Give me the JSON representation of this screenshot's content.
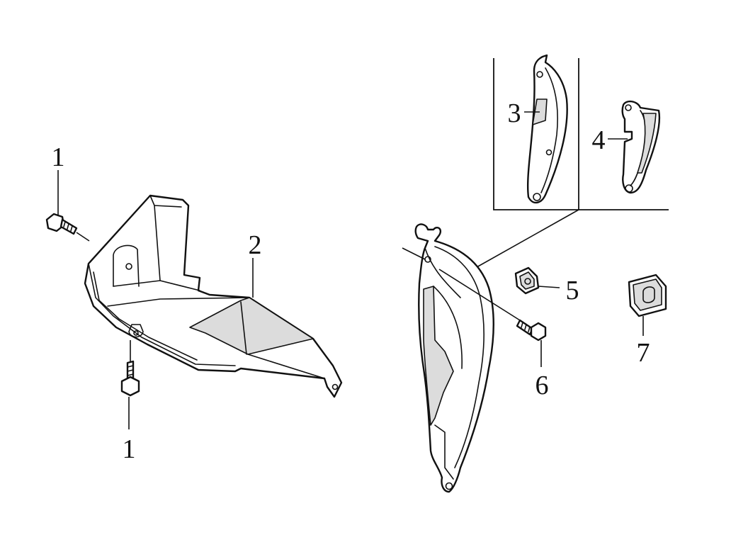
{
  "diagram": {
    "callouts": [
      {
        "id": "c1a",
        "text": "1"
      },
      {
        "id": "c1b",
        "text": "1"
      },
      {
        "id": "c2",
        "text": "2"
      },
      {
        "id": "c3",
        "text": "3"
      },
      {
        "id": "c4",
        "text": "4"
      },
      {
        "id": "c5",
        "text": "5"
      },
      {
        "id": "c6",
        "text": "6"
      },
      {
        "id": "c7",
        "text": "7"
      }
    ]
  },
  "colors": {
    "ink": "#111111",
    "fill": "#ffffff",
    "shade": "#dcdcdc"
  }
}
